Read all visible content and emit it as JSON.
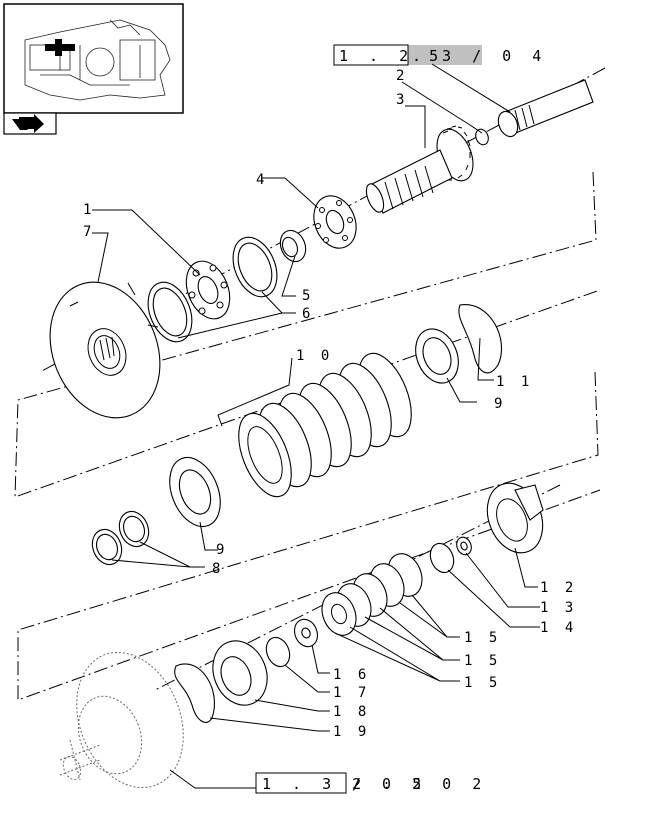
{
  "references": {
    "top": {
      "boxed": "1 . 2 5",
      "rest": ". 3 / 0 4"
    },
    "bottom": {
      "boxed": "1 . 3 2 . 5",
      "rest": "/ 0 2   0 2"
    }
  },
  "callouts": {
    "c1": "1",
    "c2": "2",
    "c3": "3",
    "c4": "4",
    "c5": "5",
    "c6": "6",
    "c7": "7",
    "c8": "8",
    "c9a": "9",
    "c9b": "9",
    "c10": "1 0",
    "c11": "1 1",
    "c12": "1 2",
    "c13": "1 3",
    "c14": "1 4",
    "c15a": "1 5",
    "c15b": "1 5",
    "c15c": "1 5",
    "c16": "1 6",
    "c17": "1 7",
    "c18": "1 8",
    "c19": "1 9"
  },
  "thumbnail": {
    "icon": "location-thumbnail-icon"
  },
  "nav": {
    "icon": "navigation-arrow-icon"
  }
}
